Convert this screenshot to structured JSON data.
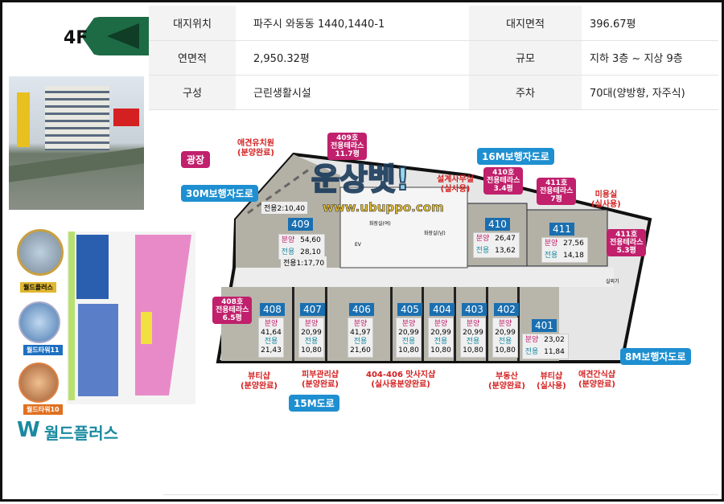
{
  "floor": "4F",
  "info": [
    {
      "label": "대지위치",
      "value": "파주시 와동동 1440,1440-1",
      "label2": "대지면적",
      "value2": "396.67평"
    },
    {
      "label": "연면적",
      "value": "2,950.32평",
      "label2": "규모",
      "value2": "지하 3층 ~ 지상 9층"
    },
    {
      "label": "구성",
      "value": "근린생활시설",
      "label2": "주차",
      "value2": "70대(양방향, 자주식)"
    }
  ],
  "roads": {
    "r30": "30M보행자도로",
    "r16": "16M보행자도로",
    "r15": "15M도로",
    "r8": "8M보행자도로",
    "plaza": "광장"
  },
  "terraces": [
    {
      "unit": "409호",
      "label": "전용테라스",
      "size": "11.7평"
    },
    {
      "unit": "410호",
      "label": "전용테라스",
      "size": "3.4평"
    },
    {
      "unit": "411호",
      "label": "전용테라스",
      "size": "7평"
    },
    {
      "unit": "411호",
      "label": "전용테라스",
      "size": "5.3평"
    },
    {
      "unit": "408호",
      "label": "전용테라스",
      "size": "6.5평"
    }
  ],
  "notes": [
    {
      "name": "애견유치원",
      "status": "(분양완료)"
    },
    {
      "name": "설계사무실",
      "status": "(실사용)"
    },
    {
      "name": "미용실",
      "status": "(실사용)"
    },
    {
      "name": "뷰티샵",
      "status": "(분양완료)"
    },
    {
      "name": "피부관리샵",
      "status": "(분양완료)"
    },
    {
      "name": "404-406 맛사지샵",
      "status": "(실사용분양완료)"
    },
    {
      "name": "부동산",
      "status": "(분양완료)"
    },
    {
      "name": "뷰티샵",
      "status": "(실사용)"
    },
    {
      "name": "애견간식샵",
      "status": "(분양완료)"
    }
  ],
  "keys": {
    "sale": "분양",
    "exclusive": "전용"
  },
  "unit409": {
    "no": "409",
    "sale": "54,60",
    "excl": "28,10",
    "excl1": "전용1:17,70",
    "excl2": "전용2:10,40"
  },
  "units": [
    {
      "no": "408",
      "sale": "41,64",
      "excl": "21,43"
    },
    {
      "no": "407",
      "sale": "20,99",
      "excl": "10,80"
    },
    {
      "no": "406",
      "sale": "41,97",
      "excl": "21,60"
    },
    {
      "no": "405",
      "sale": "20,99",
      "excl": "10,80"
    },
    {
      "no": "404",
      "sale": "20,99",
      "excl": "10,80"
    },
    {
      "no": "403",
      "sale": "20,99",
      "excl": "10,80"
    },
    {
      "no": "402",
      "sale": "20,99",
      "excl": "10,80"
    }
  ],
  "unit401": {
    "no": "401",
    "sale": "23,02",
    "excl": "11,84"
  },
  "unit410": {
    "no": "410",
    "sale": "26,47",
    "excl": "13,62"
  },
  "unit411": {
    "no": "411",
    "sale": "27,56",
    "excl": "14,18"
  },
  "rooms": {
    "wc_f": "화장실(여)",
    "wc_m": "화장실(남)",
    "ev": "EV",
    "outdoor": "실외기"
  },
  "watermark": {
    "text": "운상벳!",
    "url": "www.ubuppo.com"
  },
  "map": {
    "p1": "월드플러스",
    "p2": "월드타워11",
    "p3": "월드타워10",
    "logo": "월드플러스",
    "logo_mark": "W"
  }
}
